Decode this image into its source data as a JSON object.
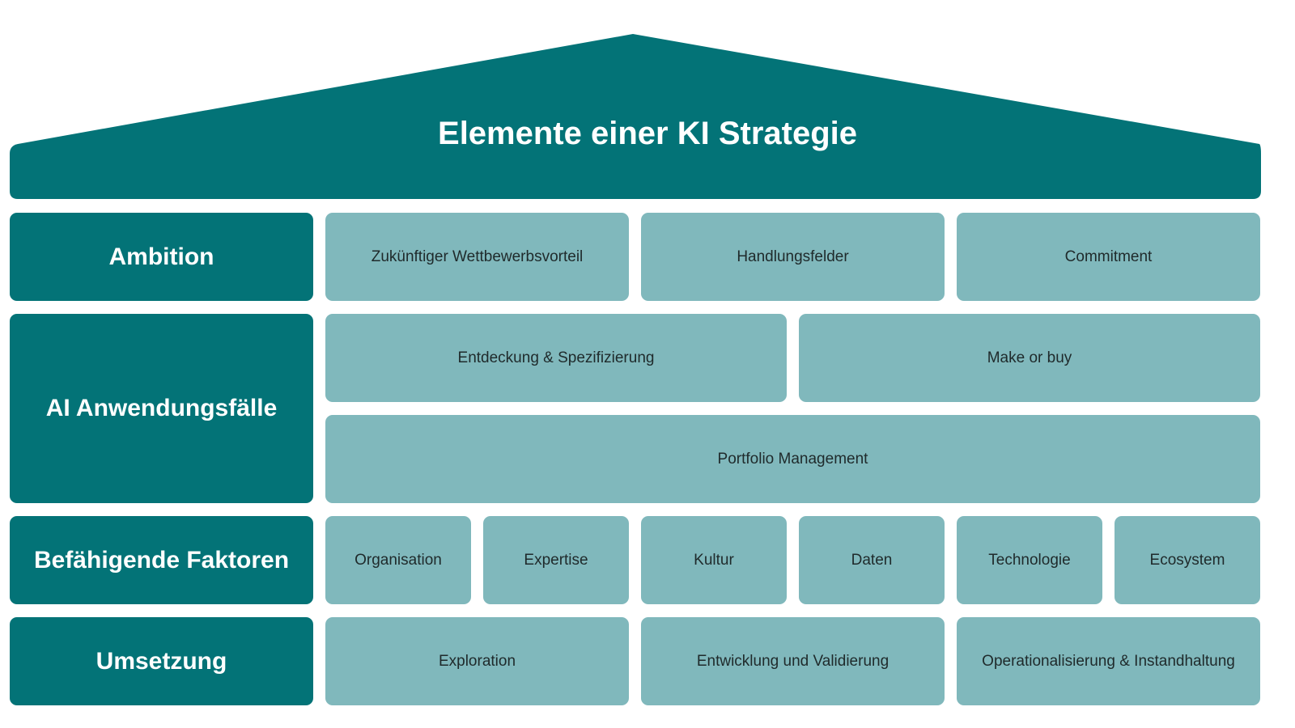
{
  "title": "Elemente einer KI Strategie",
  "colors": {
    "primary": "#037377",
    "secondary": "#80b8bc",
    "background": "#ffffff"
  },
  "rows": [
    {
      "label": "Ambition",
      "items": [
        "Zukünftiger Wettbewerbsvorteil",
        "Handlungsfelder",
        "Commitment"
      ]
    },
    {
      "label": "AI Anwendungsfälle",
      "items": [
        "Entdeckung & Spezifizierung",
        "Make or buy",
        "Portfolio Management"
      ]
    },
    {
      "label": "Befähigende Faktoren",
      "items": [
        "Organisation",
        "Expertise",
        "Kultur",
        "Daten",
        "Technologie",
        "Ecosystem"
      ]
    },
    {
      "label": "Umsetzung",
      "items": [
        "Exploration",
        "Entwicklung und Validierung",
        "Operationalisierung & Instandhaltung"
      ]
    }
  ]
}
